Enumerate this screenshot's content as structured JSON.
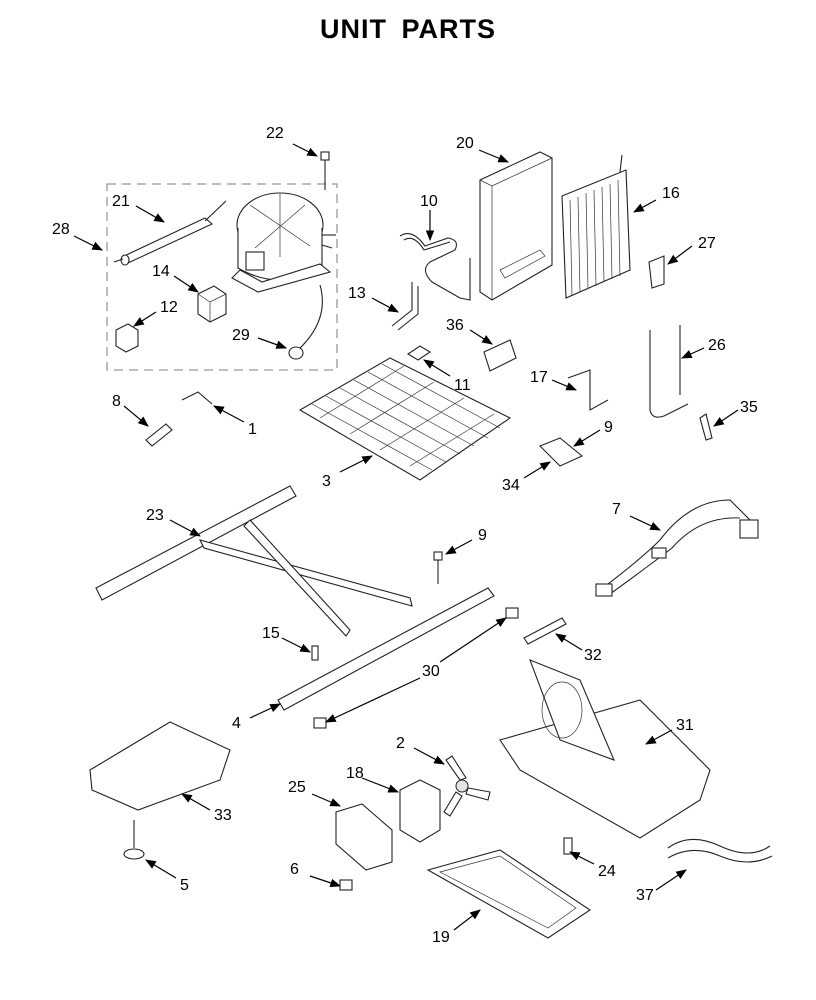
{
  "title": "UNIT PARTS",
  "callouts": [
    {
      "num": "22",
      "name": "callout-22"
    },
    {
      "num": "20",
      "name": "callout-20"
    },
    {
      "num": "16",
      "name": "callout-16"
    },
    {
      "num": "21",
      "name": "callout-21"
    },
    {
      "num": "28",
      "name": "callout-28"
    },
    {
      "num": "10",
      "name": "callout-10"
    },
    {
      "num": "27",
      "name": "callout-27"
    },
    {
      "num": "14",
      "name": "callout-14"
    },
    {
      "num": "12",
      "name": "callout-12"
    },
    {
      "num": "13",
      "name": "callout-13"
    },
    {
      "num": "36",
      "name": "callout-36"
    },
    {
      "num": "29",
      "name": "callout-29"
    },
    {
      "num": "11",
      "name": "callout-11"
    },
    {
      "num": "26",
      "name": "callout-26"
    },
    {
      "num": "17",
      "name": "callout-17"
    },
    {
      "num": "8",
      "name": "callout-8"
    },
    {
      "num": "1",
      "name": "callout-1"
    },
    {
      "num": "35",
      "name": "callout-35"
    },
    {
      "num": "9",
      "name": "callout-9-upper"
    },
    {
      "num": "3",
      "name": "callout-3"
    },
    {
      "num": "34",
      "name": "callout-34"
    },
    {
      "num": "7",
      "name": "callout-7"
    },
    {
      "num": "23",
      "name": "callout-23"
    },
    {
      "num": "9",
      "name": "callout-9-lower"
    },
    {
      "num": "15",
      "name": "callout-15"
    },
    {
      "num": "32",
      "name": "callout-32"
    },
    {
      "num": "30",
      "name": "callout-30"
    },
    {
      "num": "4",
      "name": "callout-4"
    },
    {
      "num": "31",
      "name": "callout-31"
    },
    {
      "num": "2",
      "name": "callout-2"
    },
    {
      "num": "18",
      "name": "callout-18"
    },
    {
      "num": "25",
      "name": "callout-25"
    },
    {
      "num": "33",
      "name": "callout-33"
    },
    {
      "num": "24",
      "name": "callout-24"
    },
    {
      "num": "6",
      "name": "callout-6"
    },
    {
      "num": "37",
      "name": "callout-37"
    },
    {
      "num": "5",
      "name": "callout-5"
    },
    {
      "num": "19",
      "name": "callout-19"
    }
  ]
}
